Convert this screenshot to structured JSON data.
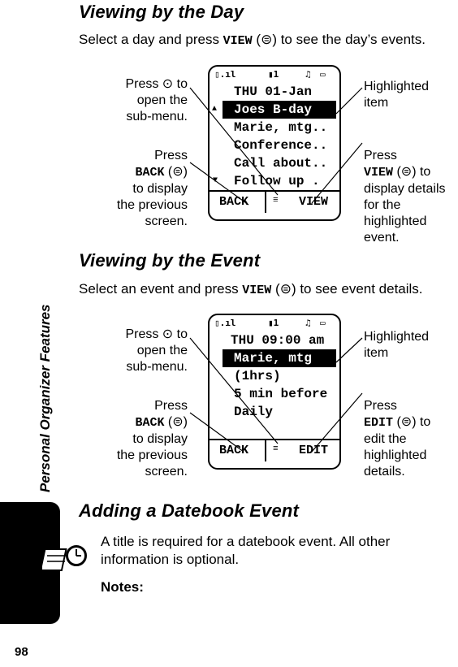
{
  "page": {
    "number": "98",
    "side_tab_title": "Personal Organizer Features"
  },
  "section1": {
    "heading": "Viewing by the Day",
    "text_before": "Select a day and press ",
    "key": "VIEW",
    "text_after": " (⊜) to see the day’s events.",
    "screen": {
      "status_signal": "℠.ıl",
      "status_line": "↑",
      "status_batt": "▭",
      "lines": [
        "THU 01-Jan",
        "Joes B-day",
        "Marie, mtg..",
        "Conference..",
        "Call about..",
        "Follow up ."
      ],
      "left_soft": "BACK",
      "right_soft": "VIEW",
      "menu_icon": "≡"
    },
    "callouts": {
      "menu_left": "Press ⊙ to\nopen the\nsub-menu.",
      "back_left_pre": "Press",
      "back_key": "BACK",
      "back_left_post": "to display\nthe previous\nscreen.",
      "highlight_right": "Highlighted\nitem",
      "view_right_pre": "Press",
      "view_key": "VIEW",
      "view_right_post": "display details\nfor the\nhighlighted\nevent.",
      "to_word": "to"
    }
  },
  "section2": {
    "heading": "Viewing by the Event",
    "text_before": "Select an event and press ",
    "key": "VIEW",
    "text_after": " (⊜) to see event details.",
    "screen": {
      "lines": [
        "THU 09:00 am",
        "Marie, mtg",
        "(1hrs)",
        "5 min before",
        "Daily"
      ],
      "left_soft": "BACK",
      "right_soft": "EDIT",
      "menu_icon": "≡"
    },
    "callouts": {
      "menu_left": "Press ⊙ to\nopen the\nsub-menu.",
      "back_left_pre": "Press",
      "back_key": "BACK",
      "back_left_post": "to display\nthe previous\nscreen.",
      "highlight_right": "Highlighted\nitem",
      "edit_right_pre": "Press",
      "edit_key": "EDIT",
      "edit_right_post": "edit the\nhighlighted\ndetails.",
      "to_word": "to"
    }
  },
  "section3": {
    "heading": "Adding a Datebook Event",
    "text": "A title is required for a datebook event. All other information is optional.",
    "notes_label": "Notes:"
  }
}
